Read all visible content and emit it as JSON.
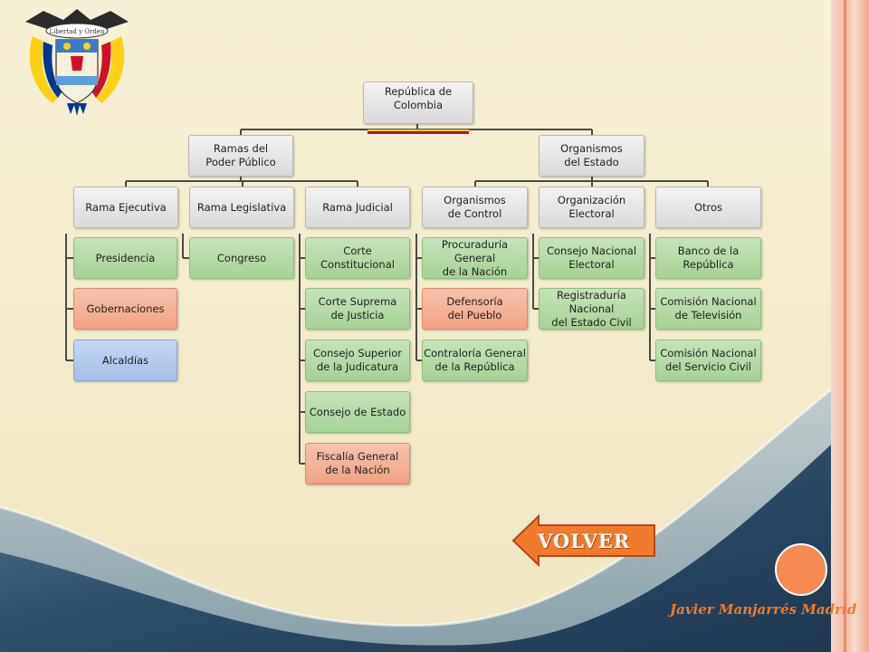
{
  "root": {
    "label": "República de Colombia",
    "flag_colors": [
      "#fcd116",
      "#003893",
      "#ce1126"
    ]
  },
  "crest": {
    "motto": "Libertad y Orden"
  },
  "level1": [
    {
      "id": "ramas",
      "label": "Ramas del\nPoder Público"
    },
    {
      "id": "organismos",
      "label": "Organismos\ndel Estado"
    }
  ],
  "level2": [
    {
      "id": "ejecutiva",
      "label": "Rama Ejecutiva"
    },
    {
      "id": "legislativa",
      "label": "Rama Legislativa"
    },
    {
      "id": "judicial",
      "label": "Rama Judicial"
    },
    {
      "id": "control",
      "label": "Organismos\nde Control"
    },
    {
      "id": "electoral",
      "label": "Organización\nElectoral"
    },
    {
      "id": "otros",
      "label": "Otros"
    }
  ],
  "columns": {
    "ejecutiva": [
      {
        "label": "Presidencia",
        "color": "green"
      },
      {
        "label": "Gobernaciones",
        "color": "salmon"
      },
      {
        "label": "Alcaldías",
        "color": "blue"
      }
    ],
    "legislativa": [
      {
        "label": "Congreso",
        "color": "green"
      }
    ],
    "judicial": [
      {
        "label": "Corte Constitucional",
        "color": "green"
      },
      {
        "label": "Corte Suprema\nde Justicia",
        "color": "green"
      },
      {
        "label": "Consejo Superior\nde la Judicatura",
        "color": "green"
      },
      {
        "label": "Consejo de Estado",
        "color": "green"
      },
      {
        "label": "Fiscalía General\nde la Nación",
        "color": "salmon"
      }
    ],
    "control": [
      {
        "label": "Procuraduría General\nde la Nación",
        "color": "green"
      },
      {
        "label": "Defensoría\ndel Pueblo",
        "color": "salmon"
      },
      {
        "label": "Contraloría General\nde la República",
        "color": "green"
      }
    ],
    "electoral": [
      {
        "label": "Consejo Nacional\nElectoral",
        "color": "green"
      },
      {
        "label": "Registraduría Nacional\ndel Estado Civil",
        "color": "green"
      }
    ],
    "otros": [
      {
        "label": "Banco de la República",
        "color": "green"
      },
      {
        "label": "Comisión Nacional\nde Televisión",
        "color": "green"
      },
      {
        "label": "Comisión Nacional\ndel Servicio Civil",
        "color": "green"
      }
    ]
  },
  "volver_button": {
    "label": "VOLVER",
    "color": "#f07a2e"
  },
  "author": "Javier Manjarrés Madrid",
  "colors": {
    "green": "#b3d9a5",
    "salmon": "#f4aa8f",
    "blue": "#aec6ee",
    "gray": "#e3e3e3",
    "accent": "#f58a52"
  }
}
